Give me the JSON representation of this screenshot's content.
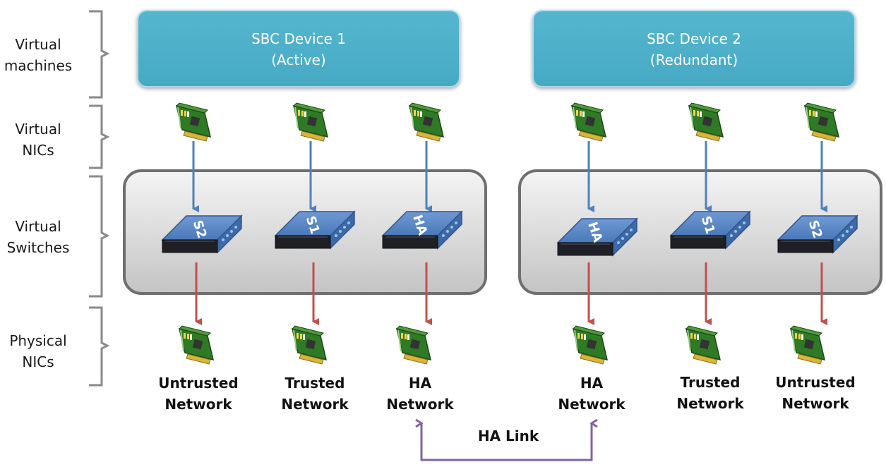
{
  "row_labels": [
    {
      "line1": "Virtual",
      "line2": "machines"
    },
    {
      "line1": "Virtual",
      "line2": "NICs"
    },
    {
      "line1": "Virtual",
      "line2": "Switches"
    },
    {
      "line1": "Physical",
      "line2": "NICs"
    }
  ],
  "devices": [
    {
      "name": "SBC Device 1",
      "role": "(Active)",
      "switches": [
        "S2",
        "S1",
        "HA"
      ],
      "networks": [
        {
          "line1": "Untrusted",
          "line2": "Network"
        },
        {
          "line1": "Trusted",
          "line2": "Network"
        },
        {
          "line1": "HA",
          "line2": "Network"
        }
      ]
    },
    {
      "name": "SBC Device 2",
      "role": "(Redundant)",
      "switches": [
        "HA",
        "S1",
        "S2"
      ],
      "networks": [
        {
          "line1": "HA",
          "line2": "Network"
        },
        {
          "line1": "Trusted",
          "line2": "Network"
        },
        {
          "line1": "Untrusted",
          "line2": "Network"
        }
      ]
    }
  ],
  "ha_link_label": "HA Link",
  "colors": {
    "vm_fill": "#4aacc6",
    "nic_to_switch_arrow": "#4f81bd",
    "switch_to_nic_arrow": "#c0504d",
    "ha_link": "#8064a2",
    "switch_body": "#4f81bd"
  },
  "icons": {
    "nic": "network-card-icon",
    "switch": "network-switch-icon"
  }
}
